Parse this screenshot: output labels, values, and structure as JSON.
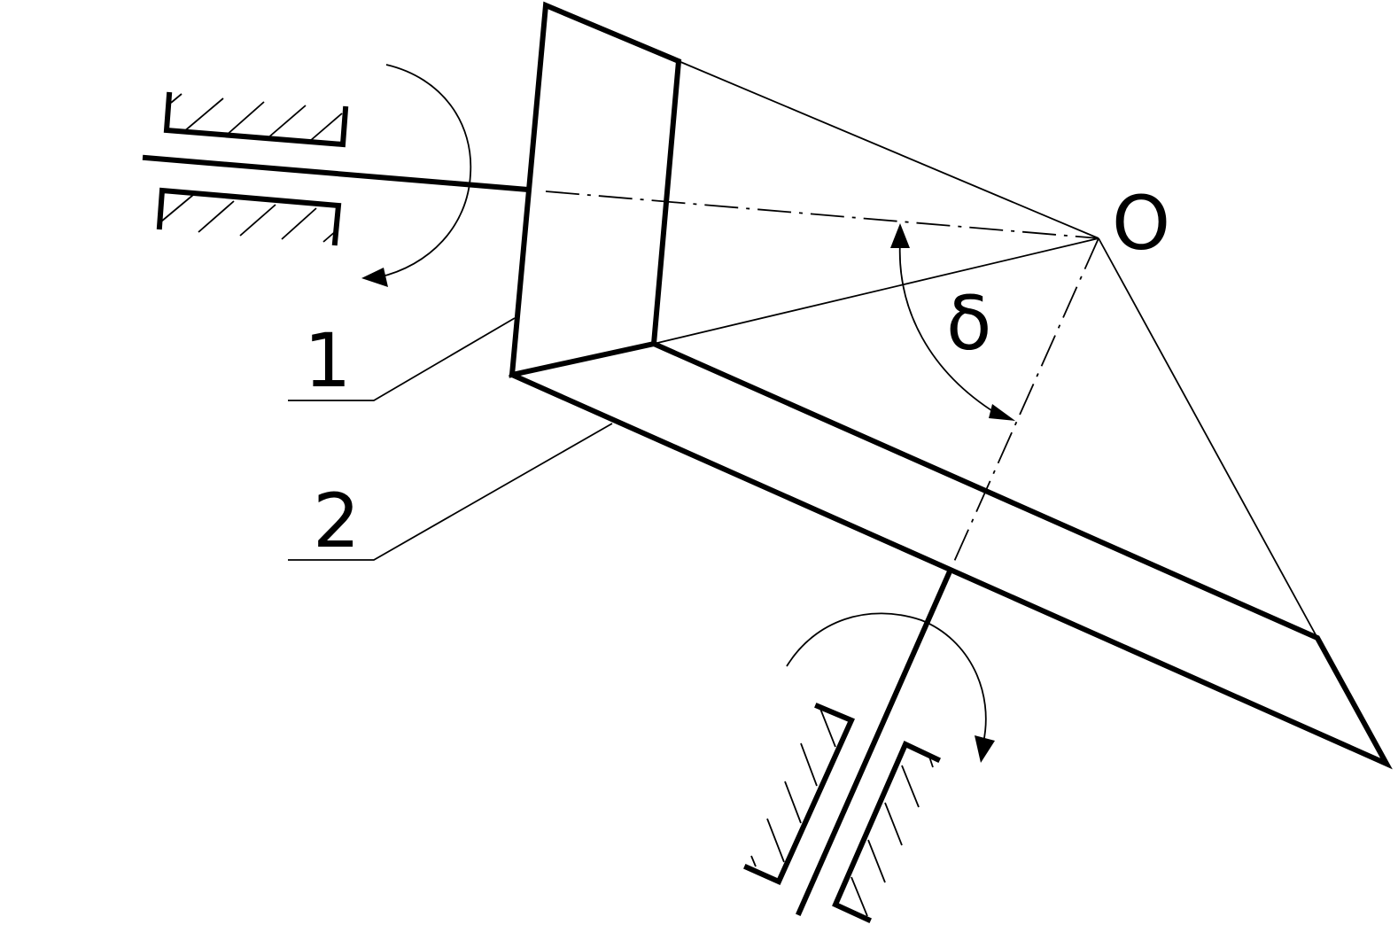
{
  "labels": {
    "apex": "O",
    "angle": "δ",
    "part1": "1",
    "part2": "2"
  }
}
